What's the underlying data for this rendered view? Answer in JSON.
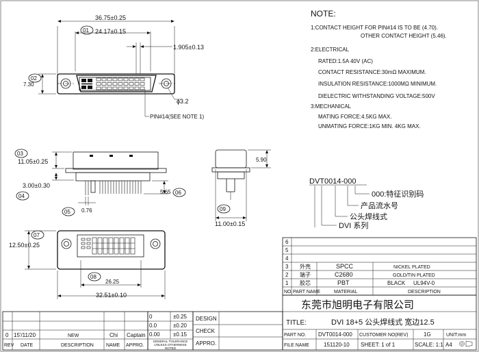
{
  "notes": {
    "title": "NOTE:",
    "lines": [
      "1:CONTACT HEIGHT FOR PIN#14 IS TO BE (4.70).",
      "OTHER CONTACT HEIGHT   (5.46).",
      "2:ELECTRICAL",
      "RATED:1.5A  40V (AC)",
      "CONTACT RESISTANCE:30mΩ   MAXIMUM.",
      "INSULATION RESISTANCE:1000MΩ  MINIMUM.",
      "DIELECTRIC WITHSTANDING VOLTAGE:500V",
      "3:MECHANICAL",
      "MATING FORCE:4.5KG MAX.",
      "UNMATING FORCE:1KG MIN.   4KG MAX."
    ]
  },
  "top_view": {
    "dim_overall": "36.75±0.25",
    "dim_01": "24.17±0.15",
    "dim_pitch": "1.905±0.13",
    "dim_height": "7.30",
    "dim_hole": "ϕ3.2",
    "pin_note": "PIN#14(SEE NOTE 1)",
    "balloons": [
      "01",
      "02"
    ]
  },
  "side_view": {
    "dim_height": "11.05±0.25",
    "dim_lower": "3.00±0.30",
    "dim_tail": "5.65",
    "dim_pin": "0.76",
    "balloons": [
      "03",
      "04",
      "05",
      "06"
    ]
  },
  "end_view": {
    "dim_top": "5.90",
    "dim_width": "11.00±0.15",
    "balloons": [
      "09"
    ]
  },
  "bottom_view": {
    "dim_height": "12.50±0.25",
    "dim_pin_span": "26.25",
    "dim_overall": "32.51±0.10",
    "balloons": [
      "07",
      "08"
    ]
  },
  "part_code": {
    "code": "DVT0014-000",
    "labels": [
      "000:特征识别码",
      "产品流水号",
      "公头焊线式",
      "DVI 系列"
    ]
  },
  "bom": {
    "empty_rows": [
      "6",
      "5",
      "4"
    ],
    "rows": [
      {
        "no": "3",
        "part": "外壳",
        "material": "SPCC",
        "desc": "NICKEL PLATED",
        "desc2": ""
      },
      {
        "no": "2",
        "part": "端子",
        "material": "C2680",
        "desc": "GOLD/TIN PLATED",
        "desc2": ""
      },
      {
        "no": "1",
        "part": "胶芯",
        "material": "PBT",
        "desc": "BLACK",
        "desc2": "UL94V-0"
      }
    ],
    "header": {
      "no": "NO.",
      "part": "PART NAME",
      "material": "MATERIAL",
      "desc": "DESCRIPTION"
    }
  },
  "title_block": {
    "company": "东莞市旭明电子有限公司",
    "title_label": "TITLE:",
    "title": "DVI 18+5 公头焊线式 宽边12.5",
    "part_no_label": "PART NO.",
    "part_no": "DVT0014-000",
    "customer_label": "CUSTOMER NO(REV)",
    "rev": "1G",
    "unit": "UNIT:mm",
    "file_label": "FILE NAME",
    "file_name": "151120-10",
    "sheet": "SHEET: 1  of  1",
    "scale": "SCALE: 1:1",
    "size": "A4"
  },
  "revision_block": {
    "rev": "0",
    "date": "15'/11/20",
    "description": "NEW",
    "name": "Chi",
    "approved": "Captain",
    "header": [
      "REV",
      "DATE",
      "DESCRIPTION",
      "NAME",
      "APPRO."
    ],
    "tolerance": [
      {
        "digits": "0",
        "value": "±0.25"
      },
      {
        "digits": "0.0",
        "value": "±0.20"
      },
      {
        "digits": "0.00",
        "value": "±0.15"
      }
    ],
    "tolerance_note": "GENERAL TOLERANCE UNLESS OTHERWISE NOTED",
    "sign": [
      "DESIGN",
      "CHECK",
      "APPRO."
    ]
  }
}
